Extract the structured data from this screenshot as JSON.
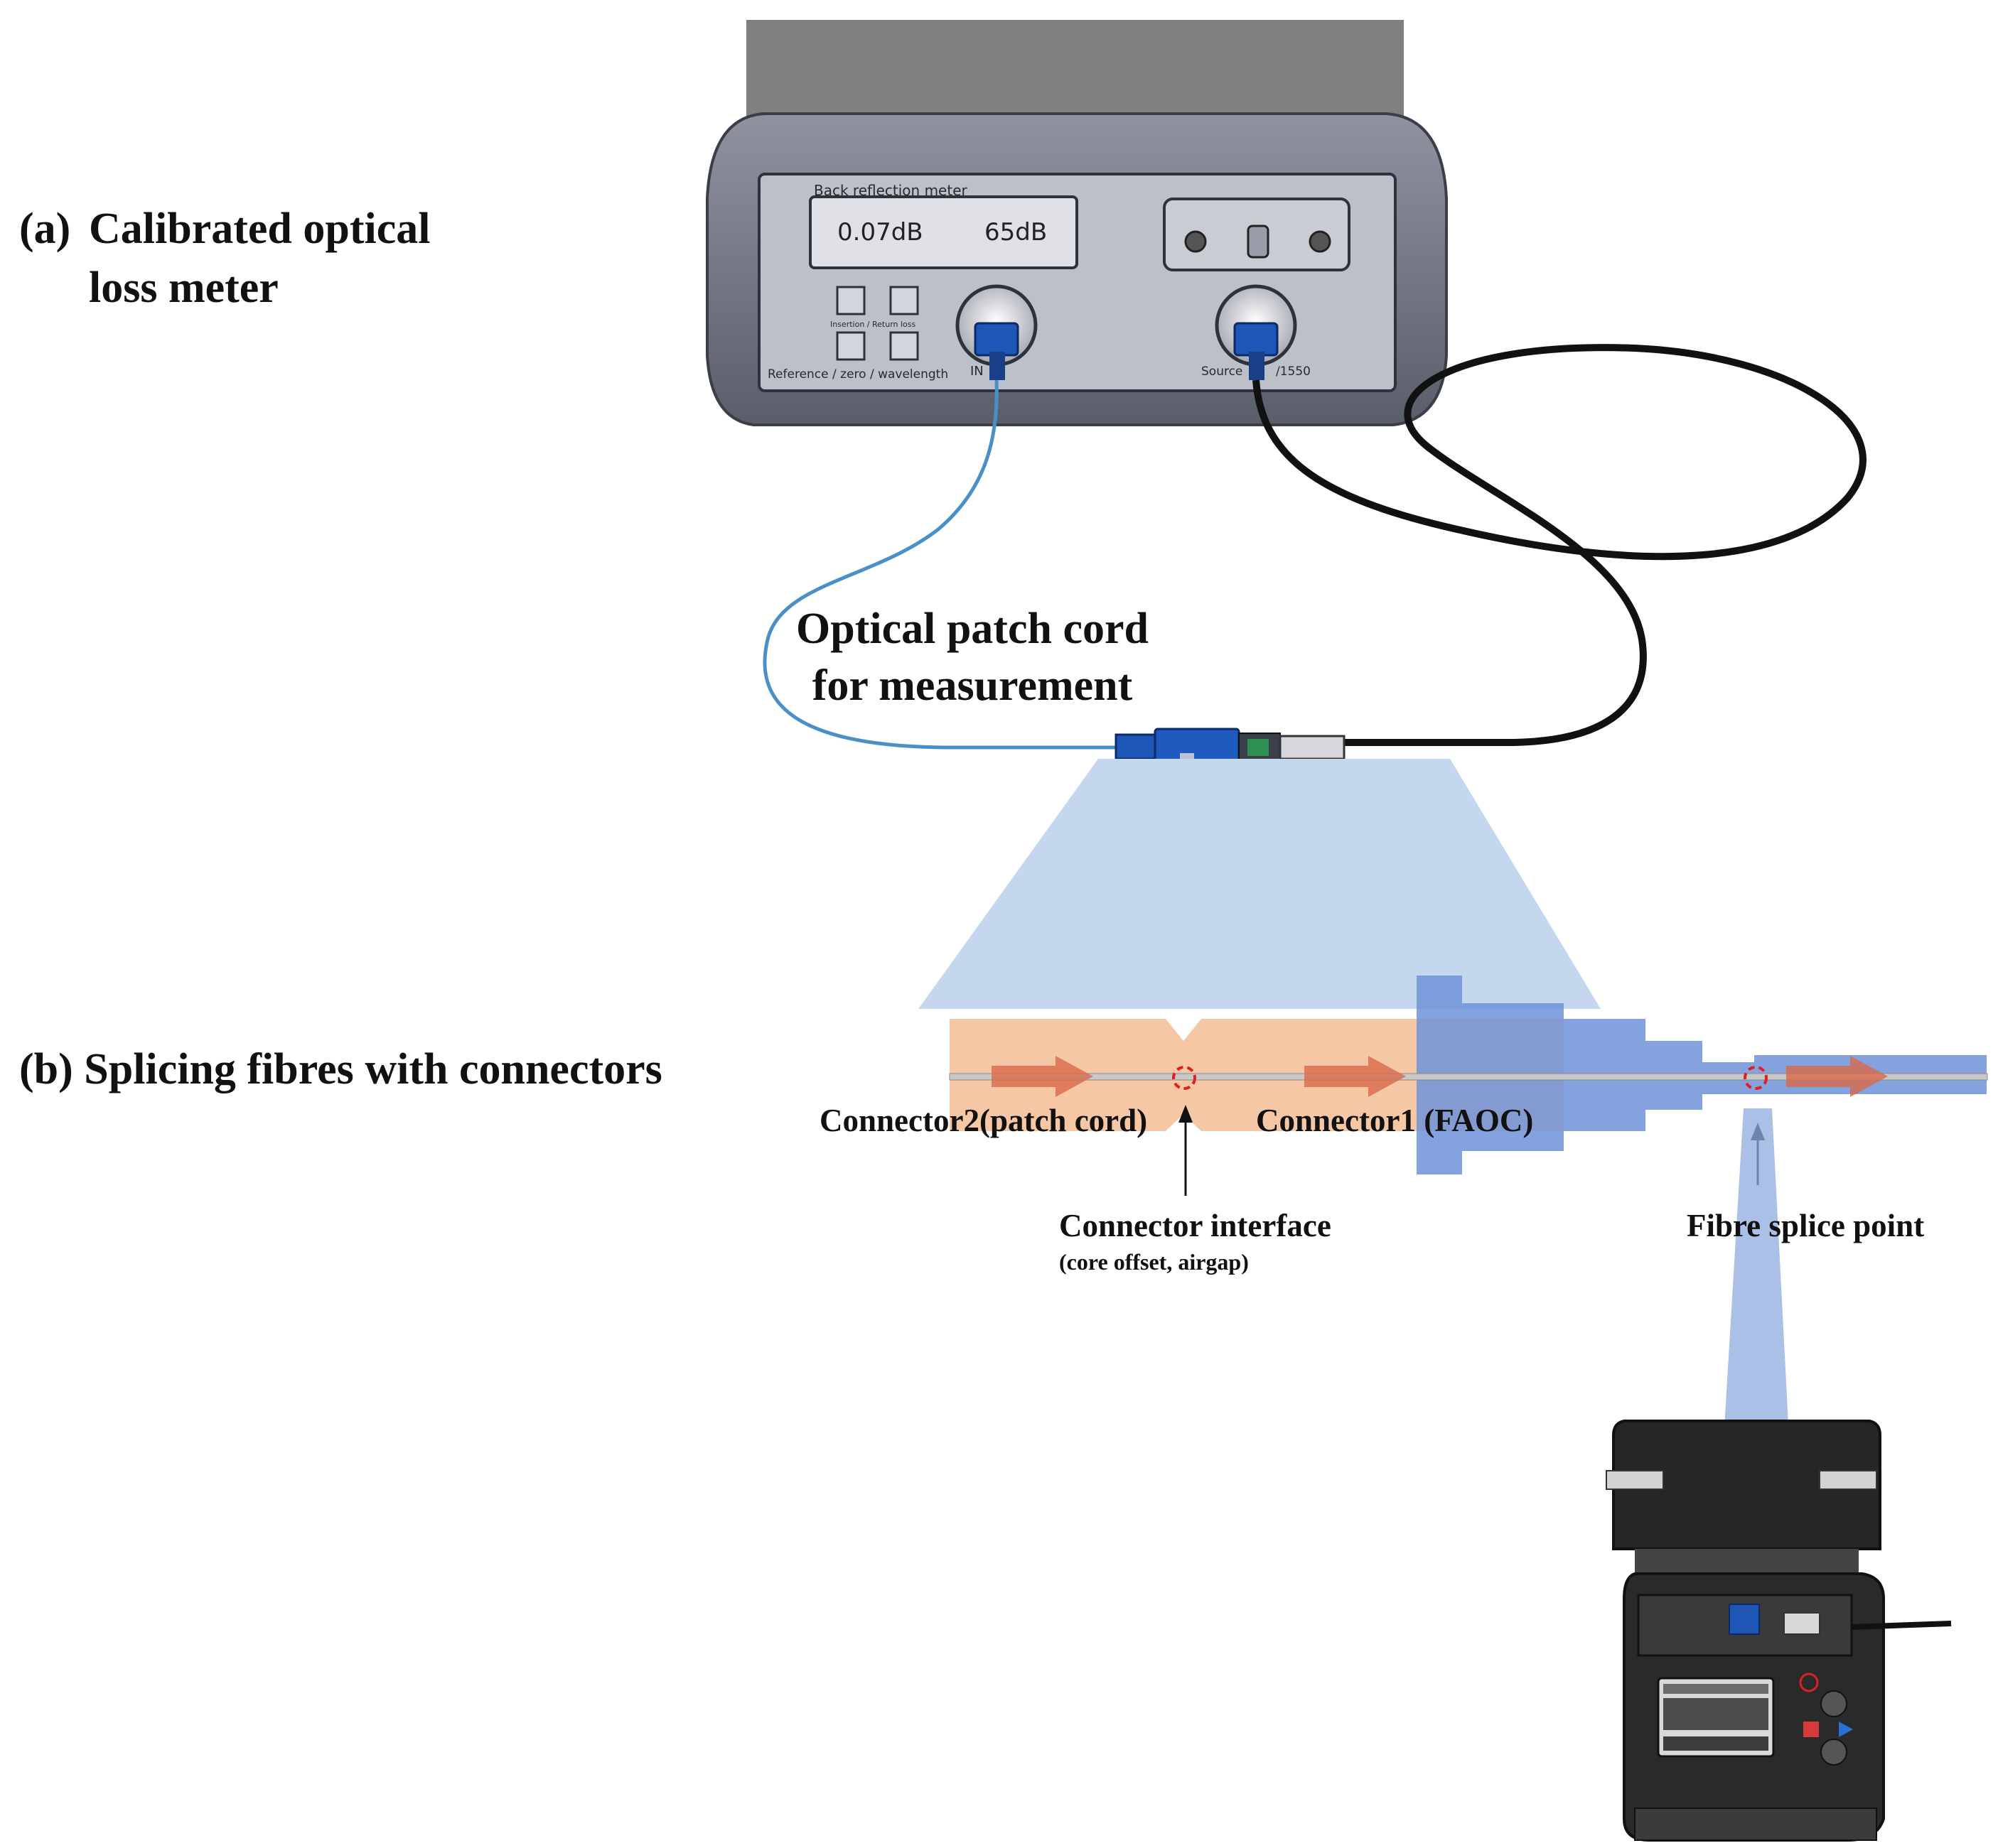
{
  "labels": {
    "part_a_letter": "(a)",
    "part_a_line1": "Calibrated optical",
    "part_a_line2": "loss meter",
    "part_b": "(b) Splicing fibres with connectors",
    "patch_cord_line1": "Optical patch cord",
    "patch_cord_line2": "for measurement",
    "connector2": "Connector2(patch cord)",
    "connector1": "Connector1 (FAOC)",
    "connector_interface": "Connector interface",
    "connector_interface_note": "(core offset, airgap)",
    "fibre_splice_point": "Fibre splice point"
  },
  "meter": {
    "panel_title": "Back reflection meter",
    "reading_left": "0.07dB",
    "reading_right": "65dB",
    "button_caption": "Insertion / Return loss",
    "bottom_caption": "Reference / zero / wavelength",
    "port_in_label": "IN",
    "port_source_label": "Source",
    "port_source_suffix": "/1550"
  },
  "colors": {
    "zoom_blue": "#c5d6ef",
    "connector_orange": "#f6c7a5",
    "arrow_red": "#d9694a",
    "adapter_blue": "#6f93d8",
    "patch_cord": "#4a90c8",
    "black_cable": "#111111"
  }
}
